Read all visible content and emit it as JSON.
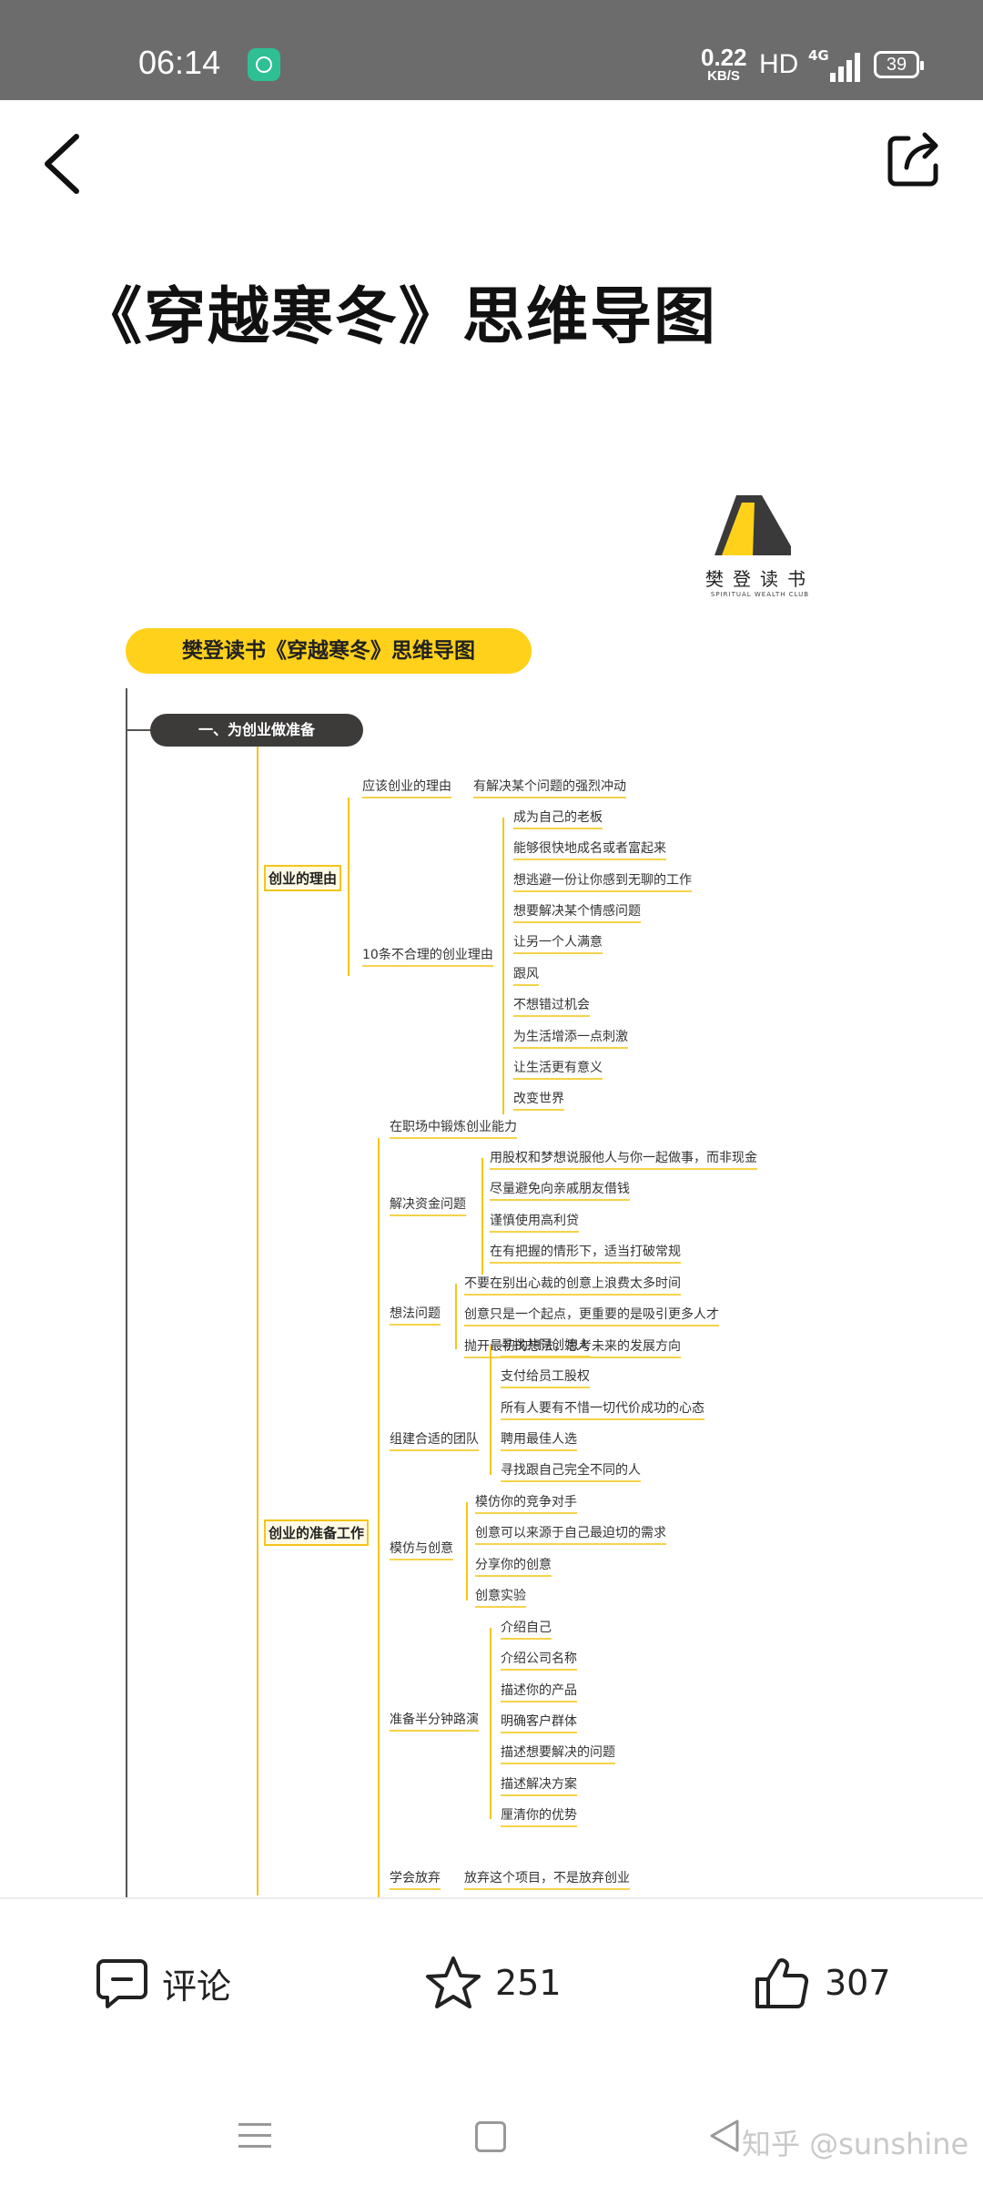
{
  "status_bar": {
    "time": "06:14",
    "speed_value": "0.22",
    "speed_unit": "KB/S",
    "hd": "HD",
    "network": "4G",
    "battery": "39"
  },
  "nav": {
    "back_icon": "chevron-left-icon",
    "share_icon": "share-icon"
  },
  "article": {
    "title": "《穿越寒冬》思维导图"
  },
  "mindmap": {
    "logo_cn": "樊登读书",
    "logo_en": "SPIRITUAL WEALTH CLUB",
    "header": "樊登读书《穿越寒冬》思维导图",
    "section": "一、为创业做准备",
    "reasons": {
      "label": "创业的理由",
      "branch1": {
        "label": "应该创业的理由",
        "items": [
          "有解决某个问题的强烈冲动"
        ]
      },
      "branch2": {
        "label": "10条不合理的创业理由",
        "items": [
          "成为自己的老板",
          "能够很快地成名或者富起来",
          "想逃避一份让你感到无聊的工作",
          "想要解决某个情感问题",
          "让另一个人满意",
          "跟风",
          "不想错过机会",
          "为生活增添一点刺激",
          "让生活更有意义",
          "改变世界"
        ]
      }
    },
    "prep": {
      "label": "创业的准备工作",
      "b1": {
        "label": "在职场中锻炼创业能力"
      },
      "b2": {
        "label": "解决资金问题",
        "items": [
          "用股权和梦想说服他人与你一起做事，而非现金",
          "尽量避免向亲戚朋友借钱",
          "谨慎使用高利贷",
          "在有把握的情形下，适当打破常规"
        ]
      },
      "b3": {
        "label": "想法问题",
        "items": [
          "不要在别出心裁的创意上浪费太多时间",
          "创意只是一个起点，更重要的是吸引更多人才",
          "抛开最初的想法，思考未来的发展方向"
        ]
      },
      "b4": {
        "label": "组建合适的团队",
        "items": [
          "寻找共同创始人",
          "支付给员工股权",
          "所有人要有不惜一切代价成功的心态",
          "聘用最佳人选",
          "寻找跟自己完全不同的人"
        ]
      },
      "b5": {
        "label": "模仿与创意",
        "items": [
          "模仿你的竞争对手",
          "创意可以来源于自己最迫切的需求",
          "分享你的创意",
          "创意实验"
        ]
      },
      "b6": {
        "label": "准备半分钟路演",
        "items": [
          "介绍自己",
          "介绍公司名称",
          "描述你的产品",
          "明确客户群体",
          "描述想要解决的问题",
          "描述解决方案",
          "厘清你的优势"
        ]
      },
      "b7": {
        "label": "学会放弃",
        "items": [
          "放弃这个项目，不是放弃创业"
        ]
      }
    }
  },
  "actions": {
    "comment_label": "评论",
    "favorite_count": "251",
    "like_count": "307"
  },
  "watermark": "知乎 @sunshine",
  "colors": {
    "status_bar": "#6c6c6c",
    "mindmap_yellow": "#ffd11a",
    "section_dark": "#3d3a3a",
    "app_icon_green": "#2fbf94"
  }
}
